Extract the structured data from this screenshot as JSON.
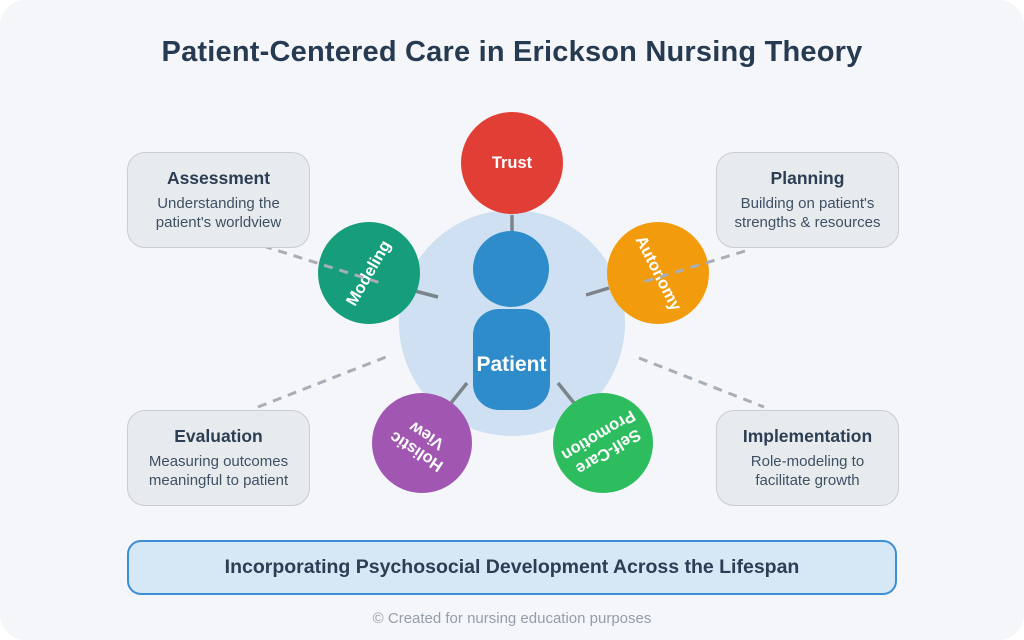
{
  "title": "Patient-Centered Care in Erickson Nursing Theory",
  "center": {
    "patient_label": "Patient"
  },
  "circles": [
    {
      "id": "trust",
      "label": "Trust",
      "color": "#e13f35"
    },
    {
      "id": "modeling",
      "label": "Modeling",
      "color": "#169e7c"
    },
    {
      "id": "autonomy",
      "label": "Autonomy",
      "color": "#f29c0d"
    },
    {
      "id": "holistic",
      "label": "Holistic View",
      "color": "#a157b1"
    },
    {
      "id": "selfcare",
      "label": "Self-Care Promotion",
      "color": "#2dbd5e"
    }
  ],
  "boxes": [
    {
      "title": "Assessment",
      "desc": "Understanding the patient's worldview"
    },
    {
      "title": "Planning",
      "desc": "Building on patient's strengths & resources"
    },
    {
      "title": "Evaluation",
      "desc": "Measuring outcomes meaningful to patient"
    },
    {
      "title": "Implementation",
      "desc": "Role-modeling to facilitate growth"
    }
  ],
  "banner": "Incorporating Psychosocial Development Across the Lifespan",
  "footer": "© Created for nursing education purposes",
  "colors": {
    "patient": "#2e8ccb",
    "halo": "#cfe0f2",
    "solid_line": "#7b848b",
    "dashed_line": "#a7aeb5",
    "background": "#f5f6fa",
    "title_text": "#263b52"
  }
}
